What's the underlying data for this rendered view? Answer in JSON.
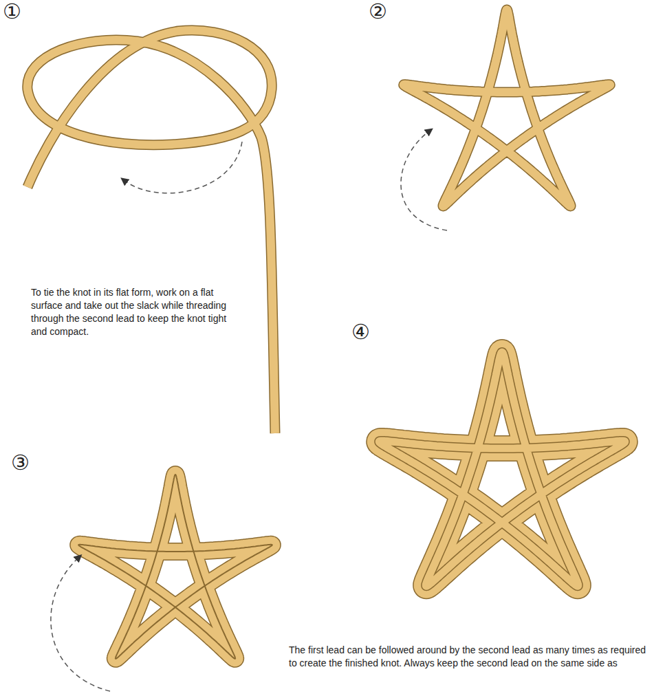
{
  "diagram": {
    "labels": [
      "①",
      "②",
      "③",
      "④",
      "To tie the knot in its flat form, work on a flat surface and take out the slack while threading through the second lead to keep the knot tight and compact.",
      "The first lead can be followed around by the second lead as many times as required to create the finished knot. Always keep the second lead on the same side as"
    ]
  }
}
